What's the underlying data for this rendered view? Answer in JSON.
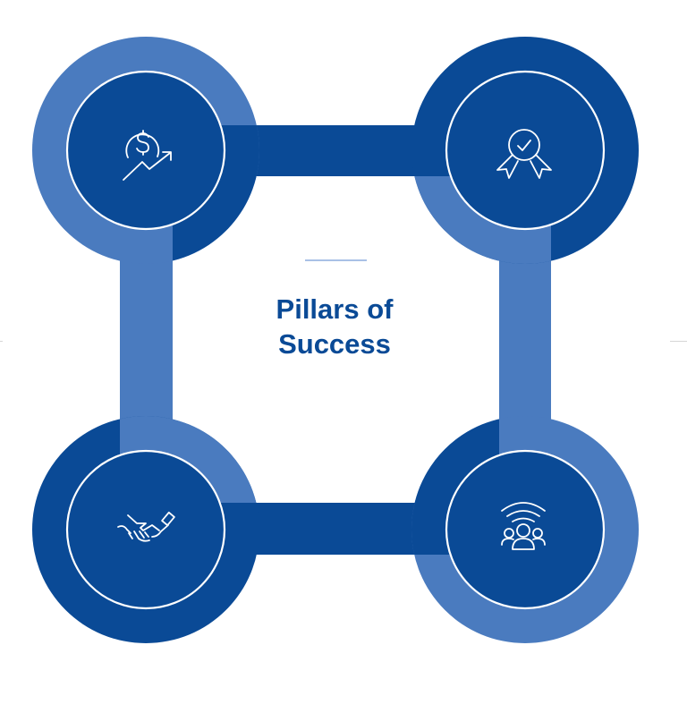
{
  "diagram": {
    "title_line1": "Pillars of",
    "title_line2": "Success",
    "colors": {
      "dark_blue": "#0a4a96",
      "light_blue": "#4a7bbf",
      "accent_line": "#a9c1e6",
      "ring": "#ffffff",
      "edge_line": "#d6d6d6"
    },
    "pillars": [
      {
        "position": "top-left",
        "icon": "dollar-growth-icon"
      },
      {
        "position": "top-right",
        "icon": "award-ribbon-icon"
      },
      {
        "position": "bottom-left",
        "icon": "handshake-icon"
      },
      {
        "position": "bottom-right",
        "icon": "connected-team-icon"
      }
    ]
  }
}
